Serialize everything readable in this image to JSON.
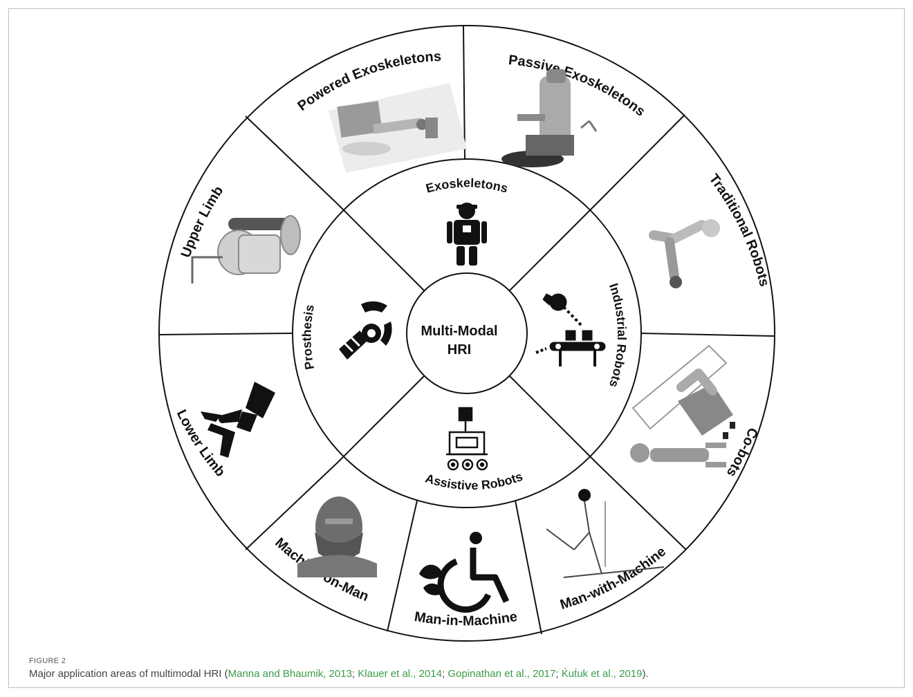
{
  "figure": {
    "center_label": [
      "Multi-Modal",
      "HRI"
    ],
    "inner_ring": [
      {
        "id": "exoskeletons",
        "label": "Exoskeletons"
      },
      {
        "id": "industrial",
        "label": "Industrial Robots"
      },
      {
        "id": "assistive",
        "label": "Assistive Robots"
      },
      {
        "id": "prosthesis",
        "label": "Prosthesis"
      }
    ],
    "outer_ring": [
      {
        "id": "powered-exo",
        "label": "Powered Exoskeletons"
      },
      {
        "id": "passive-exo",
        "label": "Passive Exoskeletons"
      },
      {
        "id": "traditional-robots",
        "label": "Traditional Robots"
      },
      {
        "id": "co-bots",
        "label": "Co-bots"
      },
      {
        "id": "man-with-machine",
        "label": "Man-with-Machine"
      },
      {
        "id": "man-in-machine",
        "label": "Man-in-Machine"
      },
      {
        "id": "machine-on-man",
        "label": "Machine-on-Man"
      },
      {
        "id": "lower-limb",
        "label": "Lower Limb"
      },
      {
        "id": "upper-limb",
        "label": "Upper Limb"
      }
    ]
  },
  "caption": {
    "label": "FIGURE 2",
    "text_before": "Major application areas of multimodal HRI (",
    "citations": [
      "Manna and Bhaumik, 2013",
      "Klauer et al., 2014",
      "Gopinathan et al., 2017",
      "Ḱut́uk et al., 2019"
    ],
    "separator": "; ",
    "text_after": ")."
  },
  "colors": {
    "lines": "#111111",
    "citation": "#3a9a4a",
    "photo_gray": "#9a9a9a"
  }
}
